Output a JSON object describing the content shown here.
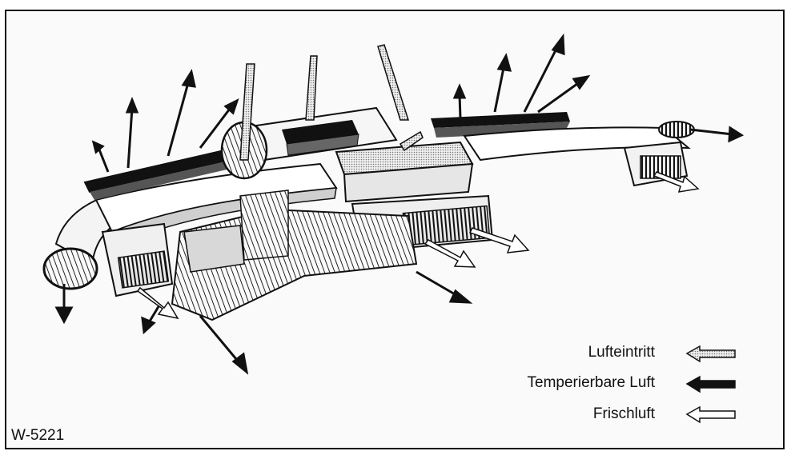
{
  "figure": {
    "id": "W-5221"
  },
  "legend": {
    "items": [
      {
        "label": "Lufteintritt",
        "style": "stippled-arrow"
      },
      {
        "label": "Temperierbare Luft",
        "style": "solid-black-arrow"
      },
      {
        "label": "Frischluft",
        "style": "outline-arrow"
      }
    ]
  },
  "colors": {
    "line": "#111111",
    "paper": "#fafafa",
    "stipple": "#b8b8b8",
    "shade": "#3a3a3a"
  }
}
